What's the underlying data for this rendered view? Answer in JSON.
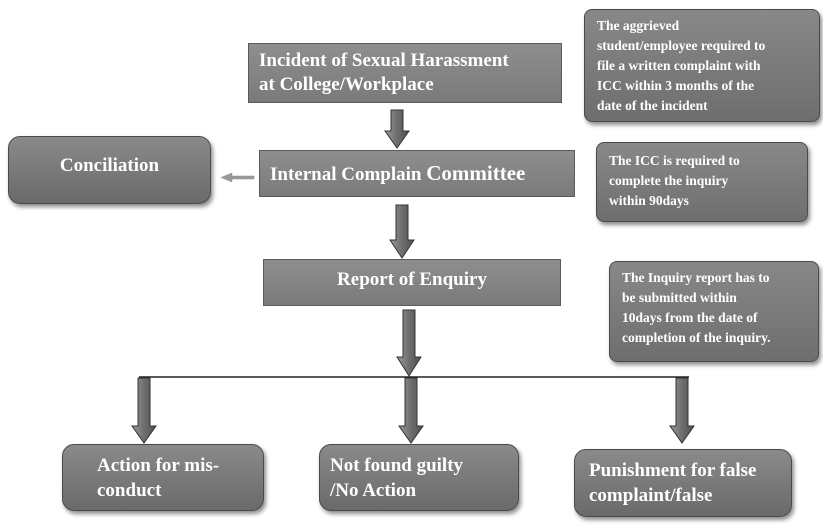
{
  "diagram": {
    "incident": [
      "Incident of Sexual Harassment",
      "at College/Workplace"
    ],
    "icc": {
      "part1": "Internal Complain ",
      "part2": "Committee"
    },
    "report": "Report of Enquiry",
    "conciliation": "Conciliation",
    "outcomes": {
      "action": [
        "Action for mis-",
        "conduct"
      ],
      "not_guilty": [
        "Not found guilty",
        "/No Action"
      ],
      "punishment": [
        "Punishment for false",
        "complaint/false"
      ]
    },
    "notes": {
      "complaint_filing": [
        "The aggrieved",
        "student/employee  required to",
        "file a written complaint  with",
        "ICC within 3 months of the",
        "date of the incident"
      ],
      "inquiry_deadline": [
        "The ICC is required to",
        "complete the inquiry",
        "within 90days"
      ],
      "report_deadline": [
        "The Inquiry report has to",
        "be submitted  within",
        "10days from the date of",
        "completion  of the inquiry."
      ]
    }
  }
}
